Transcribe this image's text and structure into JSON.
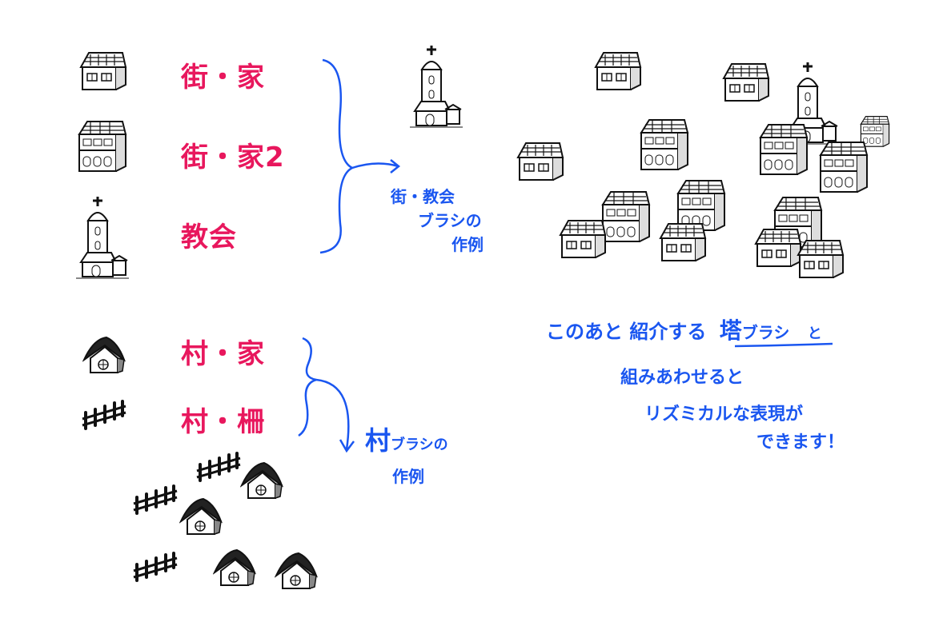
{
  "labels": {
    "town_house": "街・家",
    "town_house2": "街・家2",
    "church": "教会",
    "village_house": "村・家",
    "village_fence": "村・柵"
  },
  "notes": {
    "town_example": [
      "街・教会",
      "ブラシの",
      "作例"
    ],
    "village_example": {
      "big": "村",
      "rest": "ブラシの",
      "line2": "作例"
    },
    "combine": {
      "line1_pre": "このあと 紹介する",
      "line1_em": "塔",
      "line1_em2": "ブラシ",
      "line1_post": "と",
      "line2": "組みあわせると",
      "line3": "リズミカルな表現が",
      "line4": "できます！"
    }
  },
  "colors": {
    "label": "#e8175d",
    "note": "#1a56f0",
    "ink": "#111111"
  }
}
